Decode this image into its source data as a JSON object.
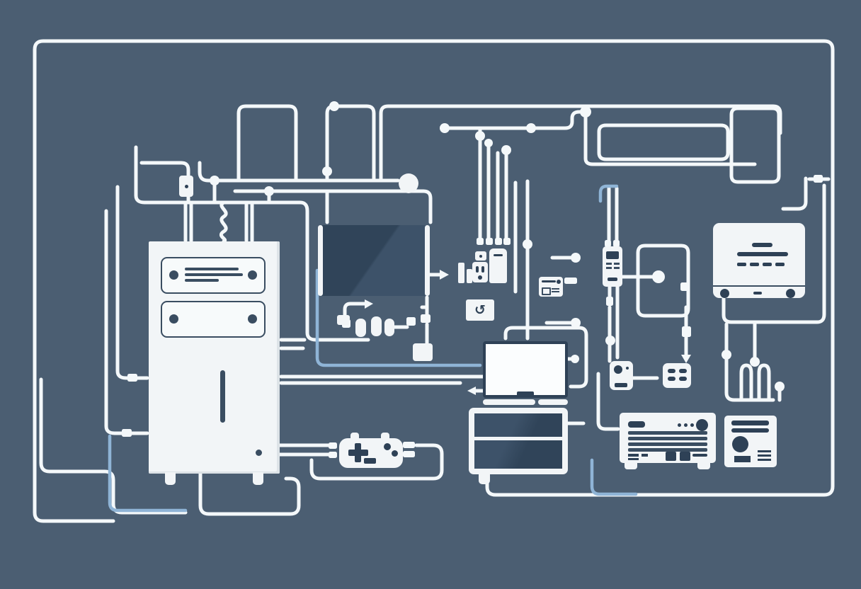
{
  "title": "devices-wiring-illustration",
  "palette": {
    "background": "#4b5e72",
    "wire": "#f4f8fa",
    "accent": "#8fb4d6",
    "device": "#f2f5f7",
    "dark": "#2e4156",
    "ink": "#3a4d61",
    "screen_dark": "#304459",
    "screen_light": "#3d5269"
  },
  "icons": {
    "refresh_glyph": "↺"
  },
  "diagram": {
    "wires": [
      "M160,736 H61 Q49,736 49,724 V70 Q49,58 61,58 H1164 Q1176,58 1176,70 V687 Q1176,699 1164,699 H700",
      "M688,676 V688 Q688,699 700,699",
      "M282,230 V243 Q282,255 294,255 H562",
      "M337,255 V160 Q337,150 347,150 H408 Q418,150 418,160 V255",
      "M462,255 V160 Q462,150 472,150 H518 Q528,150 528,160 V255",
      "M538,255 V160 Q538,150 548,150 H1092 Q1102,150 1102,160 V188",
      "M332,270 H598 Q608,270 608,280 V314",
      "M303,255 V284",
      "M380,270 V284",
      "M462,270 V314",
      "M192,208 V276 Q192,286 204,286 H424 Q434,286 434,298 V470 Q434,480 446,480 H520",
      "M200,230 H256 Q266,230 266,240 V248",
      "M266,278 V286",
      "M262,288 V340",
      "M270,288 V340",
      "M348,288 V340",
      "M356,288 V340",
      "M316,286 C305,292 327,299 316,306 C305,313 327,320 316,327 C305,334 323,338 316,341",
      "M628,181 H798 Q808,181 808,172 V167 Q808,158 818,158 H824",
      "M827,162 V224 Q827,232 837,232 H1066",
      "M856,177 H1018 Q1028,177 1028,186 V216 Q1028,225 1018,225 H856 Q846,225 846,216 V186 Q846,177 856,177 Z",
      "M1033,162 Q1033,153 1042,153 H1091 Q1100,153 1100,162 V248 Q1100,257 1091,257 H1042 Q1033,257 1033,248 Z",
      "M678,181 V337",
      "M690,204 V337",
      "M703,216 V337",
      "M715,214 V337",
      "M728,258 V412",
      "M745,256 V478",
      "M860,266 V340",
      "M871,266 V340",
      "M861,404 V418",
      "M861,434 V510",
      "M872,404 V505",
      "M879,391 H921",
      "M911,347 H962 Q972,347 972,357 V436 Q972,446 962,446 H911 Q901,446 901,436 V357 Q901,347 911,347 Z",
      "M893,534 H928",
      "M845,528 V596 Q845,606 855,606 H873",
      "M397,532 H686",
      "M397,541 H650",
      "M670,552 H688",
      "M397,480 H430",
      "M397,492 H428",
      "M166,264 V524 Q166,534 178,534 H208",
      "M150,298 V602 Q150,612 162,612 H208",
      "M58,536 V654 Q58,666 70,666 H148 Q160,666 160,678 V712 Q160,724 172,724 H262",
      "M283,662 V714 Q283,726 295,726 H410 Q422,726 422,714 V688 Q422,676 410,676 H404",
      "M395,629 H464",
      "M395,642 H464",
      "M588,629 H612 Q624,629 624,641 V664 Q624,676 612,676 H452 Q440,676 440,664 V650",
      "M714,478 V472 Q714,463 724,463 H818 Q828,463 828,473 V536 Q828,546 818,546 H806",
      "M800,598 H824",
      "M603,420 V444",
      "M603,458 V486",
      "M606,388 H621",
      "M487,446 V437 Q487,429 495,429 H515",
      "M969,434 V502",
      "M1022,421 V445 Q1022,455 1033,455 H1154 Q1164,455 1164,444 V262",
      "M1026,458 V555 Q1026,565 1037,565 H1092",
      "M1066,458 V506",
      "M1047,565 V527 Q1047,516 1054,516 Q1061,516 1061,527 V565",
      "M1072,565 V527 Q1072,516 1079,516 Q1086,516 1086,527 V565",
      "M1101,565 V552",
      "M1138,252 V285 Q1138,295 1127,295 H1106",
      "M1143,253 H1170",
      "M800,507 H806",
      "M780,364 H806",
      "M772,456 H806",
      "M557,462 H575",
      "M596,434 H601"
    ],
    "blue_wires": [
      "M448,382 V505 Q448,516 459,516 H678",
      "M848,284 V272 Q848,263 857,263 H871",
      "M836,650 V687 Q836,698 847,698 H898",
      "M155,616 V710 Q155,721 166,721 H262"
    ],
    "dark_strokes": [
      "M577,258 V251",
      "M577,258 L582,262"
    ],
    "dots": [
      [
        303,
        255,
        7
      ],
      [
        380,
        270,
        7
      ],
      [
        472,
        150,
        7
      ],
      [
        462,
        242,
        7
      ],
      [
        628,
        181,
        7
      ],
      [
        750,
        181,
        7
      ],
      [
        827,
        158,
        8
      ],
      [
        678,
        192,
        7
      ],
      [
        690,
        202,
        6
      ],
      [
        715,
        212,
        7
      ],
      [
        745,
        345,
        7
      ],
      [
        930,
        391,
        9
      ],
      [
        862,
        481,
        7
      ],
      [
        812,
        507,
        6
      ],
      [
        813,
        364,
        7
      ],
      [
        813,
        456,
        7
      ],
      [
        1026,
        501,
        7
      ],
      [
        1066,
        511,
        7
      ],
      [
        1101,
        546,
        7
      ]
    ],
    "connectors": [
      [
        180,
        528,
        14,
        11
      ],
      [
        172,
        606,
        14,
        11
      ],
      [
        1149,
        247,
        13,
        11
      ],
      [
        856,
        419,
        10,
        13
      ],
      [
        963,
        461,
        13,
        15
      ],
      [
        594,
        444,
        14,
        12
      ],
      [
        574,
        448,
        13,
        12
      ],
      [
        673,
        336,
        10,
        10
      ],
      [
        686,
        336,
        10,
        10
      ],
      [
        699,
        336,
        10,
        10
      ],
      [
        711,
        336,
        10,
        10
      ],
      [
        464,
        625,
        12,
        9
      ],
      [
        464,
        638,
        12,
        9
      ],
      [
        569,
        624,
        17,
        9
      ],
      [
        569,
        637,
        17,
        9
      ],
      [
        854,
        339,
        9,
        10
      ],
      [
        866,
        339,
        9,
        10
      ],
      [
        797,
        392,
        18,
        9
      ],
      [
        961,
        399,
        12,
        12
      ],
      [
        483,
        451,
        12,
        12
      ]
    ],
    "arrowheads": [
      "621,381 634,388 621,395",
      "515,423 527,429 515,436",
      "962,501 976,501 969,513",
      "672,546 672,558 660,552"
    ]
  }
}
